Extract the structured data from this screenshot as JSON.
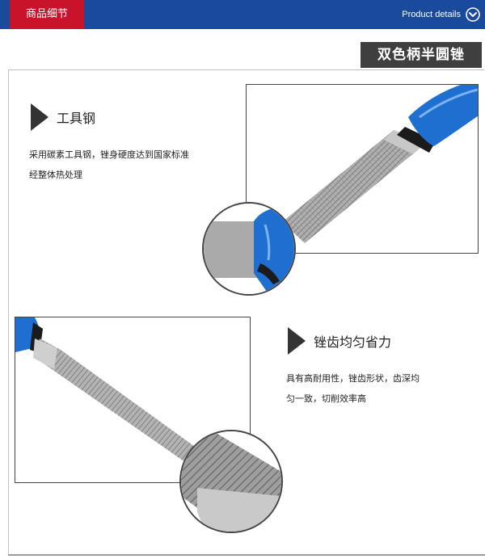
{
  "header": {
    "tab_label": "商品细节",
    "details_label": "Product details",
    "details_icon": "chevron-down-circle-icon",
    "colors": {
      "bar": "#1a4a9b",
      "tab": "#c8132b"
    }
  },
  "product_title": "双色柄半圆锉",
  "features": [
    {
      "title": "工具钢",
      "desc_lines": [
        "采用碳素工具钢，锉身硬度达到国家标准",
        "经整体热处理"
      ]
    },
    {
      "title": "锉齿均匀省力",
      "desc_lines": [
        "具有高耐用性，锉齿形状，齿深均",
        "匀一致，切削效率高"
      ]
    }
  ],
  "colors": {
    "handle_blue": "#1f6fd1",
    "handle_black": "#1b1b1b",
    "steel": "#a7a7a7"
  }
}
